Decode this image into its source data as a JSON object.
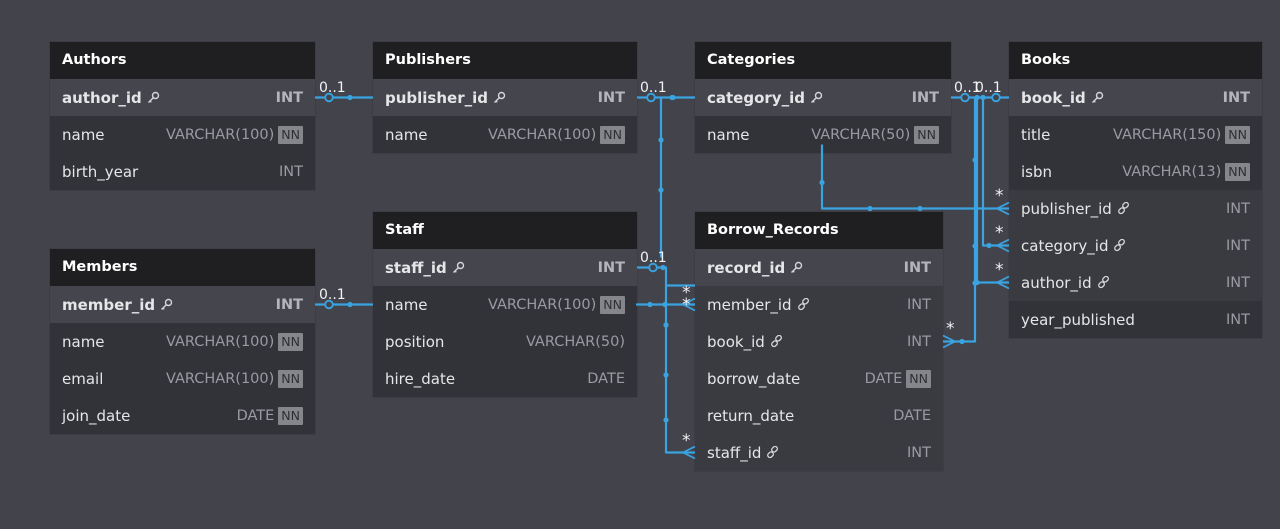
{
  "colors": {
    "canvas": "#42434b",
    "header": "#1f1f21",
    "edge": "#3aa3e0"
  },
  "tables": {
    "authors": {
      "name": "Authors",
      "fields": [
        {
          "name": "author_id",
          "type": "INT",
          "pk": true,
          "key_icon": "key-icon",
          "nn": ""
        },
        {
          "name": "name",
          "type": "VARCHAR(100)",
          "nn": "NN"
        },
        {
          "name": "birth_year",
          "type": "INT",
          "nn": ""
        }
      ]
    },
    "publishers": {
      "name": "Publishers",
      "fields": [
        {
          "name": "publisher_id",
          "type": "INT",
          "pk": true,
          "key_icon": "key-icon",
          "nn": ""
        },
        {
          "name": "name",
          "type": "VARCHAR(100)",
          "nn": "NN"
        }
      ]
    },
    "categories": {
      "name": "Categories",
      "fields": [
        {
          "name": "category_id",
          "type": "INT",
          "pk": true,
          "key_icon": "key-icon",
          "nn": ""
        },
        {
          "name": "name",
          "type": "VARCHAR(50)",
          "nn": "NN"
        }
      ]
    },
    "books": {
      "name": "Books",
      "fields": [
        {
          "name": "book_id",
          "type": "INT",
          "pk": true,
          "key_icon": "key-icon",
          "nn": ""
        },
        {
          "name": "title",
          "type": "VARCHAR(150)",
          "nn": "NN"
        },
        {
          "name": "isbn",
          "type": "VARCHAR(13)",
          "nn": "NN"
        },
        {
          "name": "publisher_id",
          "type": "INT",
          "key_icon": "link-icon",
          "nn": ""
        },
        {
          "name": "category_id",
          "type": "INT",
          "key_icon": "link-icon",
          "nn": ""
        },
        {
          "name": "author_id",
          "type": "INT",
          "key_icon": "link-icon",
          "nn": ""
        },
        {
          "name": "year_published",
          "type": "INT",
          "nn": ""
        }
      ]
    },
    "members": {
      "name": "Members",
      "fields": [
        {
          "name": "member_id",
          "type": "INT",
          "pk": true,
          "key_icon": "key-icon",
          "nn": ""
        },
        {
          "name": "name",
          "type": "VARCHAR(100)",
          "nn": "NN"
        },
        {
          "name": "email",
          "type": "VARCHAR(100)",
          "nn": "NN"
        },
        {
          "name": "join_date",
          "type": "DATE",
          "nn": "NN"
        }
      ]
    },
    "staff": {
      "name": "Staff",
      "fields": [
        {
          "name": "staff_id",
          "type": "INT",
          "pk": true,
          "key_icon": "key-icon",
          "nn": ""
        },
        {
          "name": "name",
          "type": "VARCHAR(100)",
          "nn": "NN"
        },
        {
          "name": "position",
          "type": "VARCHAR(50)",
          "nn": ""
        },
        {
          "name": "hire_date",
          "type": "DATE",
          "nn": ""
        }
      ]
    },
    "borrow_records": {
      "name": "Borrow_Records",
      "fields": [
        {
          "name": "record_id",
          "type": "INT",
          "pk": true,
          "key_icon": "key-icon",
          "nn": ""
        },
        {
          "name": "member_id",
          "type": "INT",
          "key_icon": "link-icon",
          "nn": ""
        },
        {
          "name": "book_id",
          "type": "INT",
          "key_icon": "link-icon",
          "nn": ""
        },
        {
          "name": "borrow_date",
          "type": "DATE",
          "nn": "NN"
        },
        {
          "name": "return_date",
          "type": "DATE",
          "nn": ""
        },
        {
          "name": "staff_id",
          "type": "INT",
          "key_icon": "link-icon",
          "nn": ""
        }
      ]
    }
  },
  "relationships": [
    {
      "from": "authors.author_id",
      "to": "books.author_id",
      "from_card": "0..1",
      "to_card": "*"
    },
    {
      "from": "publishers.publisher_id",
      "to": "books.publisher_id",
      "from_card": "0..1",
      "to_card": "*"
    },
    {
      "from": "categories.category_id",
      "to": "books.category_id",
      "from_card": "0..1",
      "to_card": "*"
    },
    {
      "from": "members.member_id",
      "to": "borrow_records.member_id",
      "from_card": "0..1",
      "to_card": "*"
    },
    {
      "from": "books.book_id",
      "to": "borrow_records.book_id",
      "from_card": "0..1",
      "to_card": "*"
    },
    {
      "from": "staff.staff_id",
      "to": "borrow_records.staff_id",
      "from_card": "0..1",
      "to_card": "*"
    }
  ]
}
